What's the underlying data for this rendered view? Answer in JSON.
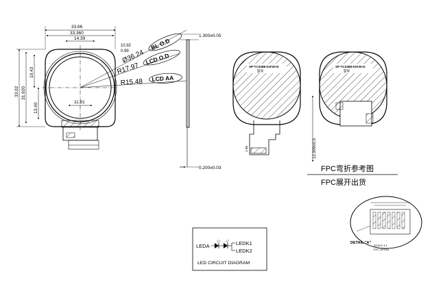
{
  "front_view": {
    "dims": {
      "w_outer": "33.66",
      "w_inner": "33.360",
      "w_aa": "14.39",
      "w_small": "11.81",
      "d1": "10.92",
      "d2": "0.99",
      "h_a": "10.43",
      "h_b": "13.40",
      "h_outer": "33.02",
      "h_inner": "31.920"
    },
    "bl_od": {
      "dim": "Ø36.24",
      "label": "BL O.D"
    },
    "lcd_od": {
      "dim": "R17.97",
      "label": "LCD O.D"
    },
    "lcd_aa": {
      "dim": "R15.48",
      "label": "LCD AA"
    }
  },
  "side_view": {
    "thickness_top": "1.300±0.05",
    "thickness_bottom": "0.200±0.03"
  },
  "rear_views": {
    "left_part_no": "SP-TC3288-01F20-N",
    "left_sub": "型号",
    "left_dim": "2.88",
    "right_part_no": "SP-TC3288-01F20-N",
    "right_sub": "型号",
    "right_dim": "12.909±0.5",
    "fpc_bend": "FPC弯折参考图",
    "fpc_unfold": "FPC展开出货"
  },
  "detail": {
    "label": "DETAIL \"A\"",
    "sub1": "SCALE 4:1",
    "sub2": "FPC DETAIL"
  },
  "led": {
    "leda": "LEDA",
    "ledk1": "LEDK1",
    "ledk2": "LEDK2",
    "title": "LED CIRCUIT DIAGRAM"
  }
}
